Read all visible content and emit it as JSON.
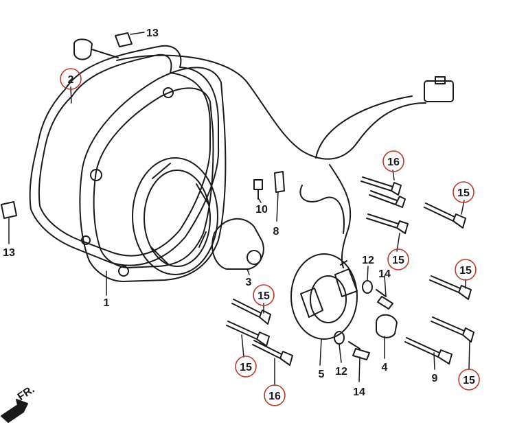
{
  "diagram": {
    "circle_color": "#c0392b",
    "line_color": "#1a1a1a",
    "direction_label": "FR.",
    "callouts": [
      {
        "id": "c2",
        "label": "2",
        "circled": true
      },
      {
        "id": "c13a",
        "label": "13",
        "circled": false
      },
      {
        "id": "c13b",
        "label": "13",
        "circled": false
      },
      {
        "id": "c1",
        "label": "1",
        "circled": false
      },
      {
        "id": "c3",
        "label": "3",
        "circled": false
      },
      {
        "id": "c10",
        "label": "10",
        "circled": false
      },
      {
        "id": "c8",
        "label": "8",
        "circled": false
      },
      {
        "id": "c16a",
        "label": "16",
        "circled": true
      },
      {
        "id": "c15a",
        "label": "15",
        "circled": true
      },
      {
        "id": "c15b",
        "label": "15",
        "circled": true
      },
      {
        "id": "c12a",
        "label": "12",
        "circled": false
      },
      {
        "id": "c14a",
        "label": "14",
        "circled": false
      },
      {
        "id": "c15c",
        "label": "15",
        "circled": true
      },
      {
        "id": "c15d",
        "label": "15",
        "circled": true
      },
      {
        "id": "c15e",
        "label": "15",
        "circled": true
      },
      {
        "id": "c16b",
        "label": "16",
        "circled": true
      },
      {
        "id": "c5",
        "label": "5",
        "circled": false
      },
      {
        "id": "c12b",
        "label": "12",
        "circled": false
      },
      {
        "id": "c14b",
        "label": "14",
        "circled": false
      },
      {
        "id": "c4",
        "label": "4",
        "circled": false
      },
      {
        "id": "c9",
        "label": "9",
        "circled": false
      },
      {
        "id": "c15f",
        "label": "15",
        "circled": true
      }
    ]
  }
}
